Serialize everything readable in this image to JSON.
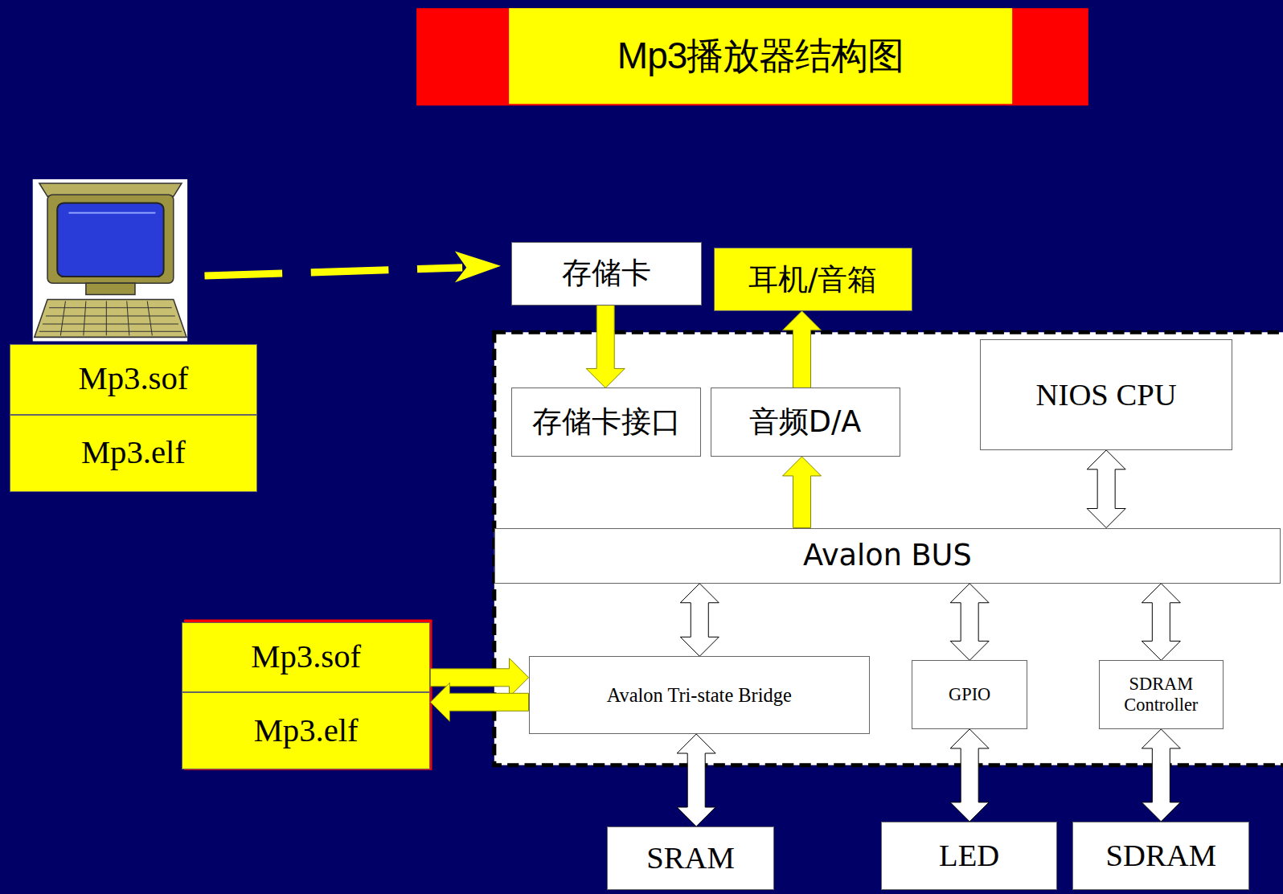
{
  "diagram": {
    "title": "Mp3播放器结构图",
    "nodes": [
      {
        "text": [
          "Mp3.sof"
        ]
      },
      {
        "text": [
          "Mp3.elf"
        ]
      },
      {
        "text": [
          "存储卡"
        ]
      },
      {
        "text": [
          "耳机/音箱"
        ]
      },
      {
        "text": [
          "存储卡接口"
        ]
      },
      {
        "text": [
          "音频D/A"
        ]
      },
      {
        "text": [
          "NIOS CPU"
        ]
      },
      {
        "text": [
          "Avalon BUS"
        ]
      },
      {
        "text": [
          "Mp3.sof"
        ]
      },
      {
        "text": [
          "Mp3.elf"
        ]
      },
      {
        "text": [
          "Avalon Tri-state Bridge"
        ]
      },
      {
        "text": [
          "GPIO"
        ]
      },
      {
        "text": [
          "SDRAM Controller"
        ]
      },
      {
        "text": [
          "SRAM"
        ]
      },
      {
        "text": [
          "LED"
        ]
      },
      {
        "text": [
          "SDRAM"
        ]
      }
    ],
    "edges": [
      {
        "from": 2,
        "to": 4,
        "arrow": "to"
      },
      {
        "from": 7,
        "to": 5,
        "arrow": "to"
      },
      {
        "from": 5,
        "to": 3,
        "arrow": "to"
      },
      {
        "from": 6,
        "to": 7,
        "arrow": "both"
      },
      {
        "from": 7,
        "to": 10,
        "arrow": "both"
      },
      {
        "from": 7,
        "to": 11,
        "arrow": "both"
      },
      {
        "from": 7,
        "to": 12,
        "arrow": "both"
      },
      {
        "from": 10,
        "to": 13,
        "arrow": "both"
      },
      {
        "from": 11,
        "to": 14,
        "arrow": "both"
      },
      {
        "from": 12,
        "to": 15,
        "arrow": "both"
      },
      {
        "from": 8,
        "to": 10,
        "arrow": "to"
      },
      {
        "from": 10,
        "to": 9,
        "arrow": "to"
      }
    ]
  }
}
